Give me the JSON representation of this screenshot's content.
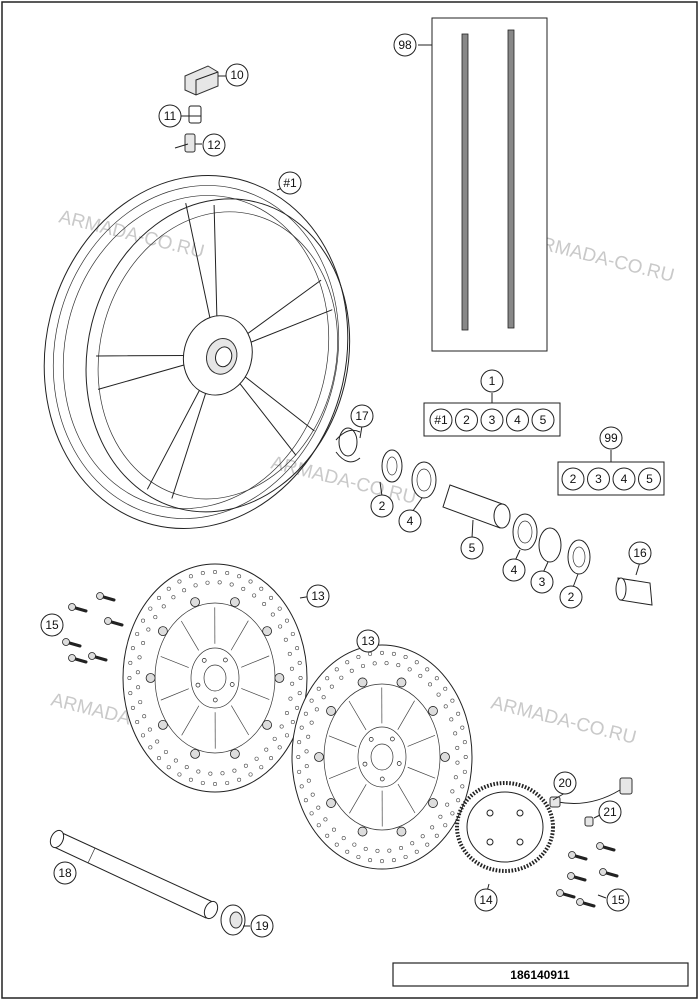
{
  "diagram": {
    "code": "186140911",
    "watermark": "ARMADA-CO.RU",
    "callouts": [
      {
        "id": "c10",
        "label": "10"
      },
      {
        "id": "c11",
        "label": "11"
      },
      {
        "id": "c12",
        "label": "12"
      },
      {
        "id": "c98",
        "label": "98"
      },
      {
        "id": "cw1",
        "label": "#1"
      },
      {
        "id": "c1",
        "label": "1"
      },
      {
        "id": "c17",
        "label": "17"
      },
      {
        "id": "c99",
        "label": "99"
      },
      {
        "id": "c2a",
        "label": "2"
      },
      {
        "id": "c4a",
        "label": "4"
      },
      {
        "id": "c5a",
        "label": "5"
      },
      {
        "id": "c4b",
        "label": "4"
      },
      {
        "id": "c3",
        "label": "3"
      },
      {
        "id": "c2b",
        "label": "2"
      },
      {
        "id": "c16",
        "label": "16"
      },
      {
        "id": "c13a",
        "label": "13"
      },
      {
        "id": "c13b",
        "label": "13"
      },
      {
        "id": "c15a",
        "label": "15"
      },
      {
        "id": "c20",
        "label": "20"
      },
      {
        "id": "c21",
        "label": "21"
      },
      {
        "id": "c18",
        "label": "18"
      },
      {
        "id": "c19",
        "label": "19"
      },
      {
        "id": "c14",
        "label": "14"
      },
      {
        "id": "c15b",
        "label": "15"
      }
    ],
    "kit1": [
      "#1",
      "2",
      "3",
      "4",
      "5"
    ],
    "kit99": [
      "2",
      "3",
      "4",
      "5"
    ]
  }
}
